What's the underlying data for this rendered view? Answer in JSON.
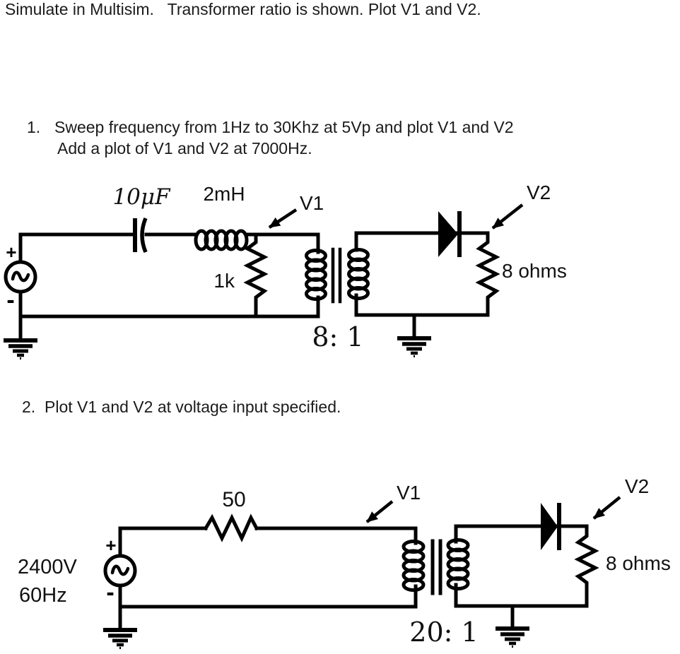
{
  "document": {
    "title": "Simulate in Multisim.   Transformer ratio is shown. Plot V1 and V2.",
    "item1_number": "1.",
    "item1_line1": "Sweep frequency from 1Hz to 30Khz at 5Vp and plot V1 and V2",
    "item1_line2": "Add a plot of V1 and V2 at 7000Hz.",
    "item2_number": "2.",
    "item2_line1": "Plot V1 and V2 at voltage input specified."
  },
  "circuit1": {
    "capacitor_value": "10μF",
    "inductor_value": "2mH",
    "probe1_label": "V1",
    "probe2_label": "V2",
    "resistor_value": "1k",
    "transformer_ratio": "8: 1",
    "load_value": "8 ohms",
    "source_plus": "+",
    "source_minus": "-"
  },
  "circuit2": {
    "source_voltage": "2400V",
    "source_frequency": "60Hz",
    "resistor_value": "50",
    "probe1_label": "V1",
    "probe2_label": "V2",
    "transformer_ratio": "20: 1",
    "load_value": "8 ohms",
    "source_plus": "+",
    "source_minus": "-"
  },
  "colors": {
    "ink": "#000000",
    "text": "#1b1b1b",
    "background": "#ffffff"
  }
}
